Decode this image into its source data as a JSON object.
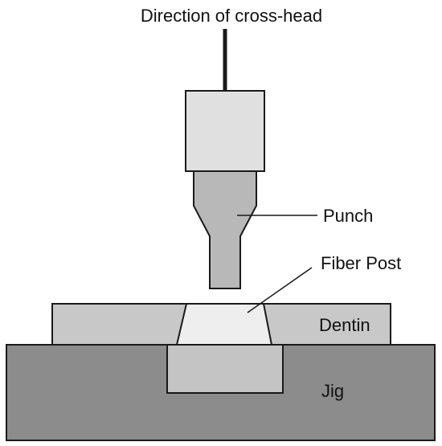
{
  "labels": {
    "direction": "Direction of cross-head",
    "punch": "Punch",
    "fiber_post": "Fiber Post",
    "dentin": "Dentin",
    "jig": "Jig"
  },
  "colors": {
    "outline": "#1a1a1a",
    "crosshead_block": "#e0e0e0",
    "punch": "#b8b8b8",
    "fiber_post": "#eeeeee",
    "dentin": "#c8c8c8",
    "jig": "#8c8c8c",
    "jig_recess": "#c4c4c4"
  }
}
